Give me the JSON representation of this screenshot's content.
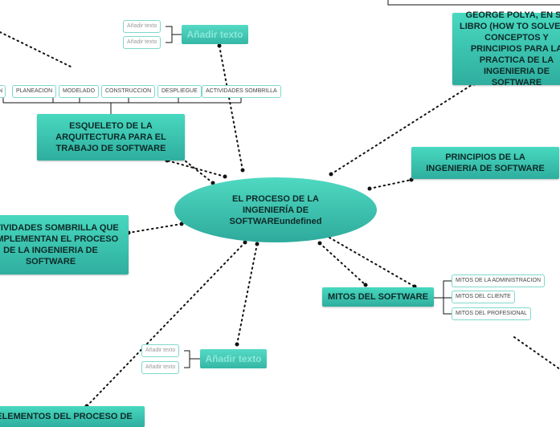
{
  "central": {
    "label": "EL PROCESO DE LA INGENIERÍA DE SOFTWAREundefined"
  },
  "nodes": {
    "polya": "GEORGE POLYA, EN SU LIBRO (HOW TO SOLVE IT) CONCEPTOS Y PRINCIPIOS PARA LA PRACTICA DE LA INGENIERIA DE SOFTWARE",
    "principios": "PRINCIPIOS DE LA INGENIERIA DE SOFTWARE",
    "esqueleto": "ESQUELETO DE LA ARQUITECTURA PARA EL TRABAJO DE SOFTWARE",
    "actividades": "ACTIVIDADES SOMBRILLA QUE COMPLEMENTAN EL PROCESO DE LA INGENIERIA DE SOFTWARE",
    "mitos": "MITOS DEL SOFTWARE",
    "elementos": "ELEMENTOS DEL PROCESO DE",
    "top_placeholder": "Añadir texto",
    "bottom_placeholder": "Añadir texto"
  },
  "leaves": {
    "top_placeholder_children": [
      "Añadir texto",
      "Añadir texto"
    ],
    "bottom_placeholder_children": [
      "Añadir texto",
      "Añadir texto"
    ],
    "esqueleto_children": [
      "N",
      "PLANEACION",
      "MODELADO",
      "CONSTRUCCION",
      "DESPLIEGUE",
      "ACTIVIDADES SOMBRILLA"
    ],
    "mitos_children": [
      "MITOS  DE LA ADMINISTRACION",
      "MITOS DEL CLIENTE",
      "MITOS DEL PROFESIONAL"
    ]
  },
  "colors": {
    "node_fill": "#3fc7b1",
    "node_text": "#0d2a28",
    "connector": "#111111",
    "leaf_border": "#7fd8ca"
  }
}
